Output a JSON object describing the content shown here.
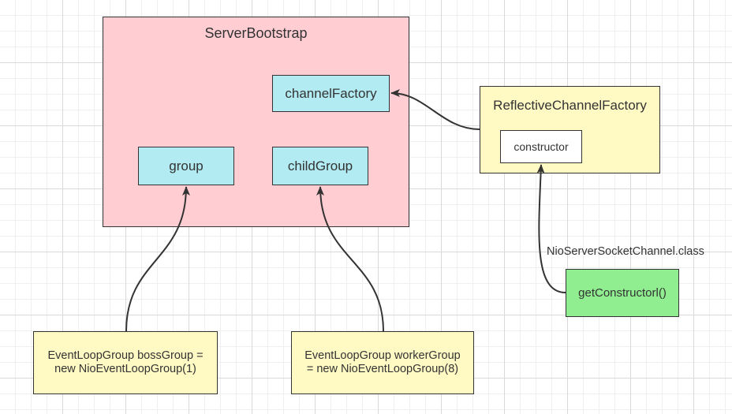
{
  "nodes": {
    "server_bootstrap": "ServerBootstrap",
    "channel_factory": "channelFactory",
    "group": "group",
    "child_group": "childGroup",
    "reflective_channel_factory": "ReflectiveChannelFactory",
    "constructor": "constructor",
    "get_constructor": "getConstructorl()",
    "boss_group_line1": "EventLoopGroup bossGroup =",
    "boss_group_line2": "new NioEventLoopGroup(1)",
    "worker_group_line1": "EventLoopGroup workerGroup",
    "worker_group_line2": "= new NioEventLoopGroup(8)"
  },
  "edge_labels": {
    "nio_server_socket_channel": "NioServerSocketChannel.class"
  },
  "colors": {
    "server_bootstrap_fill": "#ffcdd2",
    "field_fill": "#b2ebf2",
    "note_fill": "#fff9c4",
    "constructor_fill": "#ffffff",
    "method_fill": "#90ee90",
    "stroke": "#333333"
  }
}
